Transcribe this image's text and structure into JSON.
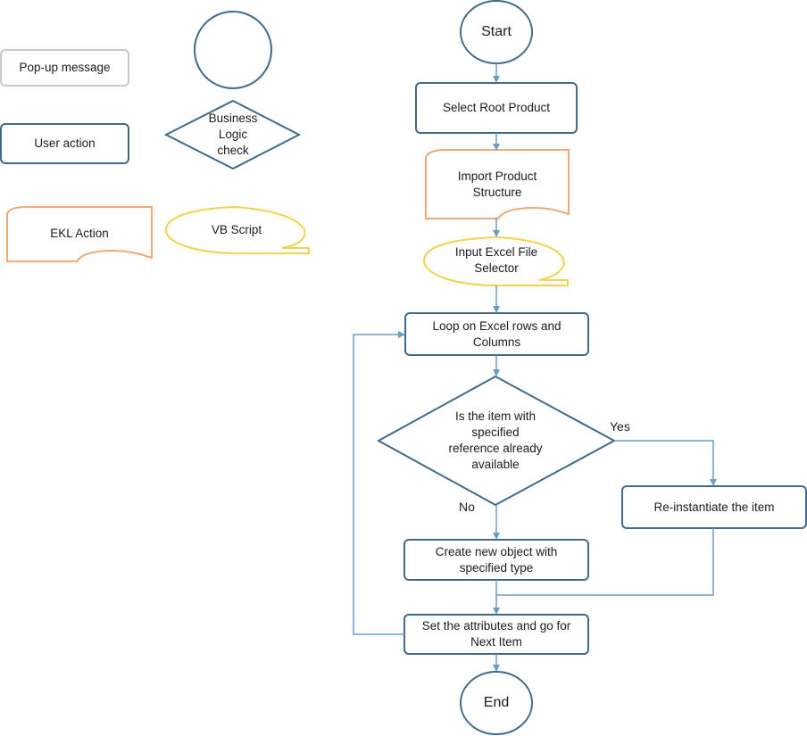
{
  "legend": {
    "popup_message": "Pop-up message",
    "user_action": "User action",
    "ekl_action": "EKL Action",
    "business_logic_check": "Business\nLogic\ncheck",
    "vb_script": "VB Script"
  },
  "flow": {
    "start": "Start",
    "select_root": "Select Root Product",
    "import_structure": "Import Product\nStructure",
    "input_excel": "Input Excel File\nSelector",
    "loop_rows": "Loop on Excel rows and\nColumns",
    "decision": "Is the item with\nspecified\nreference already\navailable",
    "yes_label": "Yes",
    "no_label": "No",
    "reinstantiate": "Re-instantiate the item",
    "create_object": "Create  new object with\nspecified type",
    "set_attributes": "Set the attributes and go for\nNext Item",
    "end": "End"
  },
  "colors": {
    "blue_stroke": "#3e6a8e",
    "gray_stroke": "#c9c9c9",
    "orange_stroke": "#f0a77a",
    "yellow_stroke": "#f5d24b",
    "connector": "#6c9bc6"
  }
}
